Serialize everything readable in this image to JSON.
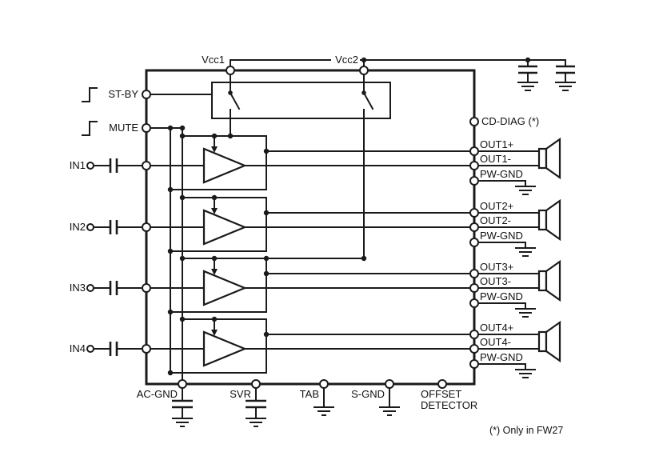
{
  "diagram": {
    "kind": "quad-amplifier-block-diagram",
    "note": "(*) Only in FW27"
  },
  "colors": {
    "line": "#1a1a1a",
    "background": "#ffffff"
  },
  "power": {
    "vcc1": "Vcc1",
    "vcc2": "Vcc2"
  },
  "controls": {
    "stby": "ST-BY",
    "mute": "MUTE"
  },
  "inputs": {
    "in1": "IN1",
    "in2": "IN2",
    "in3": "IN3",
    "in4": "IN4"
  },
  "diag_pin": "CD-DIAG (*)",
  "channels": [
    {
      "out_p": "OUT1+",
      "out_n": "OUT1-",
      "pw_gnd": "PW-GND"
    },
    {
      "out_p": "OUT2+",
      "out_n": "OUT2-",
      "pw_gnd": "PW-GND"
    },
    {
      "out_p": "OUT3+",
      "out_n": "OUT3-",
      "pw_gnd": "PW-GND"
    },
    {
      "out_p": "OUT4+",
      "out_n": "OUT4-",
      "pw_gnd": "PW-GND"
    }
  ],
  "bottom_pins": {
    "ac_gnd": "AC-GND",
    "svr": "SVR",
    "tab": "TAB",
    "s_gnd": "S-GND",
    "offset_line1": "OFFSET",
    "offset_line2": "DETECTOR"
  }
}
